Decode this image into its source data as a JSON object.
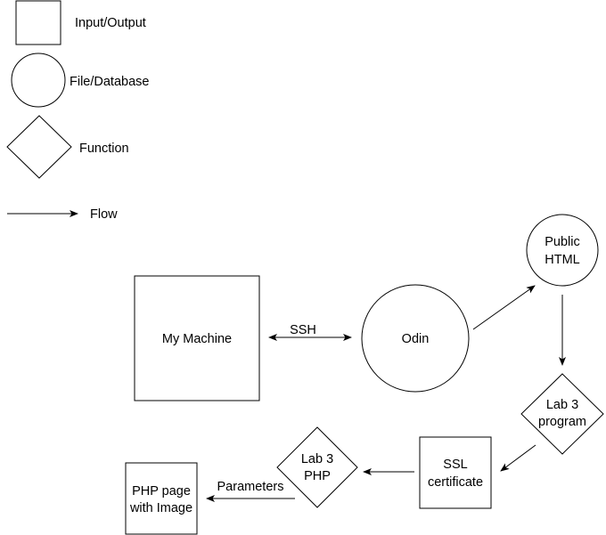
{
  "colors": {
    "stroke": "#000000",
    "fill": "#ffffff",
    "text": "#000000"
  },
  "legend": {
    "input_output": {
      "icon": "square-shape",
      "label": "Input/Output"
    },
    "file_database": {
      "icon": "circle-shape",
      "label": "File/Database"
    },
    "function": {
      "icon": "diamond-shape",
      "label": "Function"
    },
    "flow": {
      "icon": "arrow-line",
      "label": "Flow"
    }
  },
  "nodes": {
    "my_machine": {
      "shape": "square",
      "lines": [
        "My Machine"
      ]
    },
    "odin": {
      "shape": "circle",
      "lines": [
        "Odin"
      ]
    },
    "public_html": {
      "shape": "circle",
      "lines": [
        "Public",
        "HTML"
      ]
    },
    "lab3_program": {
      "shape": "diamond",
      "lines": [
        "Lab 3",
        "program"
      ]
    },
    "ssl_certificate": {
      "shape": "square",
      "lines": [
        "SSL",
        "certificate"
      ]
    },
    "lab3_php": {
      "shape": "diamond",
      "lines": [
        "Lab 3",
        "PHP"
      ]
    },
    "php_page": {
      "shape": "square",
      "lines": [
        "PHP page",
        "with Image"
      ]
    }
  },
  "edges": {
    "ssh": {
      "from": "my_machine",
      "to": "odin",
      "direction": "both",
      "label": "SSH"
    },
    "odin_to_public": {
      "from": "odin",
      "to": "public_html",
      "direction": "forward",
      "label": ""
    },
    "public_to_lab3": {
      "from": "public_html",
      "to": "lab3_program",
      "direction": "forward",
      "label": ""
    },
    "lab3_to_ssl": {
      "from": "lab3_program",
      "to": "ssl_certificate",
      "direction": "forward",
      "label": ""
    },
    "ssl_to_php": {
      "from": "ssl_certificate",
      "to": "lab3_php",
      "direction": "forward",
      "label": ""
    },
    "parameters": {
      "from": "lab3_php",
      "to": "php_page",
      "direction": "forward",
      "label": "Parameters"
    }
  }
}
